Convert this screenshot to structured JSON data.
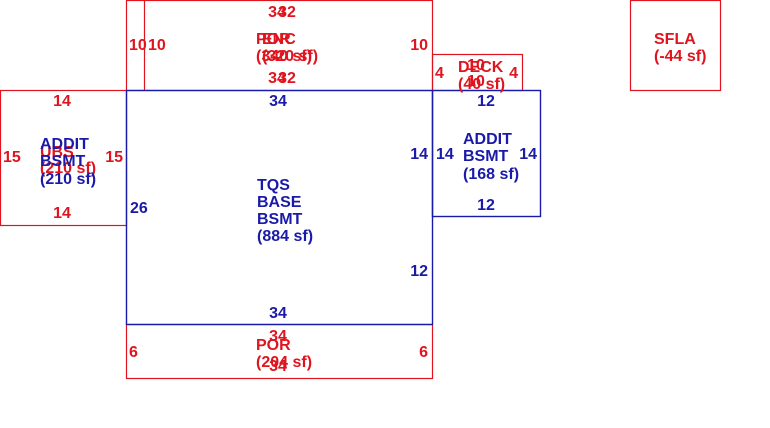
{
  "colors": {
    "red": "#e0141e",
    "blue": "#1a1aa8"
  },
  "areas": [
    {
      "id": "tqs-base-bsmt",
      "color": "blue",
      "lines": [
        "TQS",
        "BASE",
        "BSMT",
        "(884 sf)"
      ],
      "dims": [
        "34",
        "26",
        "12",
        "14",
        "34"
      ]
    },
    {
      "id": "addit-bsmt-right",
      "color": "blue",
      "lines": [
        "ADDIT",
        "BSMT",
        "(168 sf)"
      ],
      "dims": [
        "12",
        "14",
        "14",
        "12"
      ]
    },
    {
      "id": "addit-bsmt-left",
      "color": "blue",
      "lines": [
        "ADDIT",
        "BSMT",
        "(210 sf)"
      ],
      "dims": []
    },
    {
      "id": "ubs",
      "color": "red",
      "lines": [
        "UBS",
        "(210 sf)"
      ],
      "dims": [
        "14",
        "15",
        "15",
        "14"
      ]
    },
    {
      "id": "por-top",
      "color": "red",
      "lines": [
        "POR",
        "(340 sf)"
      ],
      "dims": [
        "34",
        "10",
        "10",
        "34"
      ]
    },
    {
      "id": "enc",
      "color": "red",
      "lines": [
        "ENC",
        "(320 sf)"
      ],
      "dims": [
        "32",
        "10",
        "32"
      ]
    },
    {
      "id": "deck",
      "color": "red",
      "lines": [
        "DECK",
        "(40 sf)"
      ],
      "dims": [
        "10",
        "4",
        "4",
        "10"
      ]
    },
    {
      "id": "por-bottom",
      "color": "red",
      "lines": [
        "POR",
        "(204 sf)"
      ],
      "dims": [
        "34",
        "6",
        "6",
        "34"
      ]
    },
    {
      "id": "sfla",
      "color": "red",
      "lines": [
        "SFLA",
        "(-44 sf)"
      ],
      "dims": []
    }
  ]
}
